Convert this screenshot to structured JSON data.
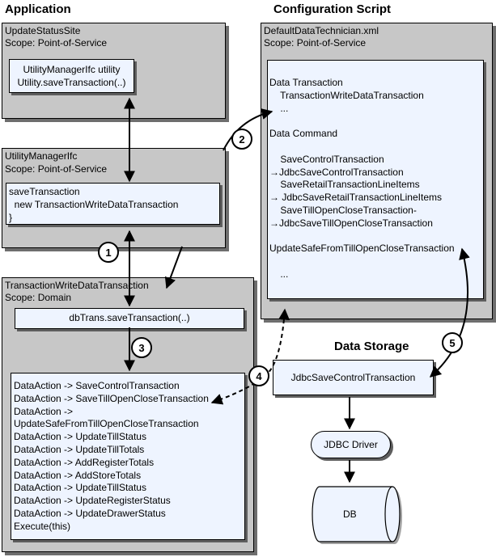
{
  "headers": {
    "application": "Application",
    "configuration_script": "Configuration Script",
    "data_storage": "Data Storage"
  },
  "update_status_site": {
    "title": "UpdateStatusSite",
    "scope": "Scope: Point-of-Service",
    "inner_lines": [
      "UtilityManagerIfc utility",
      "Utility.saveTransaction(..)"
    ]
  },
  "utility_manager": {
    "title": "UtilityManagerIfc",
    "scope": "Scope: Point-of-Service",
    "inner_lines": [
      "saveTransaction",
      "  new TransactionWriteDataTransaction",
      "}"
    ]
  },
  "transaction_write": {
    "title": "TransactionWriteDataTransaction",
    "scope": "Scope: Domain",
    "call": "dbTrans.saveTransaction(..)",
    "actions": [
      "DataAction -> SaveControlTransaction",
      "DataAction -> SaveTillOpenCloseTransaction",
      "DataAction ->",
      "UpdateSafeFromTillOpenCloseTransaction",
      "DataAction -> UpdateTillStatus",
      "DataAction -> UpdateTillTotals",
      "DataAction -> AddRegisterTotals",
      "DataAction -> AddStoreTotals",
      "DataAction -> UpdateTillStatus",
      "DataAction -> UpdateRegisterStatus",
      "DataAction -> UpdateDrawerStatus",
      "Execute(this)"
    ]
  },
  "config": {
    "title": "DefaultDataTechnician.xml",
    "scope": "Scope: Point-of-Service",
    "lines": [
      "Data Transaction",
      "    TransactionWriteDataTransaction",
      "    ...",
      "",
      "Data Command",
      "",
      "    SaveControlTransaction",
      "→JdbcSaveControlTransaction",
      "    SaveRetailTransactionLineItems",
      "→ JdbcSaveRetailTransactionLineItems",
      "    SaveTillOpenCloseTransaction-",
      "→JdbcSaveTillOpenCloseTransaction",
      "",
      "UpdateSafeFromTillOpenCloseTransaction",
      "",
      "    ..."
    ]
  },
  "storage": {
    "jdbc_save": "JdbcSaveControlTransaction",
    "jdbc_driver": "JDBC Driver",
    "db": "DB"
  },
  "badges": [
    "1",
    "2",
    "3",
    "4",
    "5"
  ]
}
